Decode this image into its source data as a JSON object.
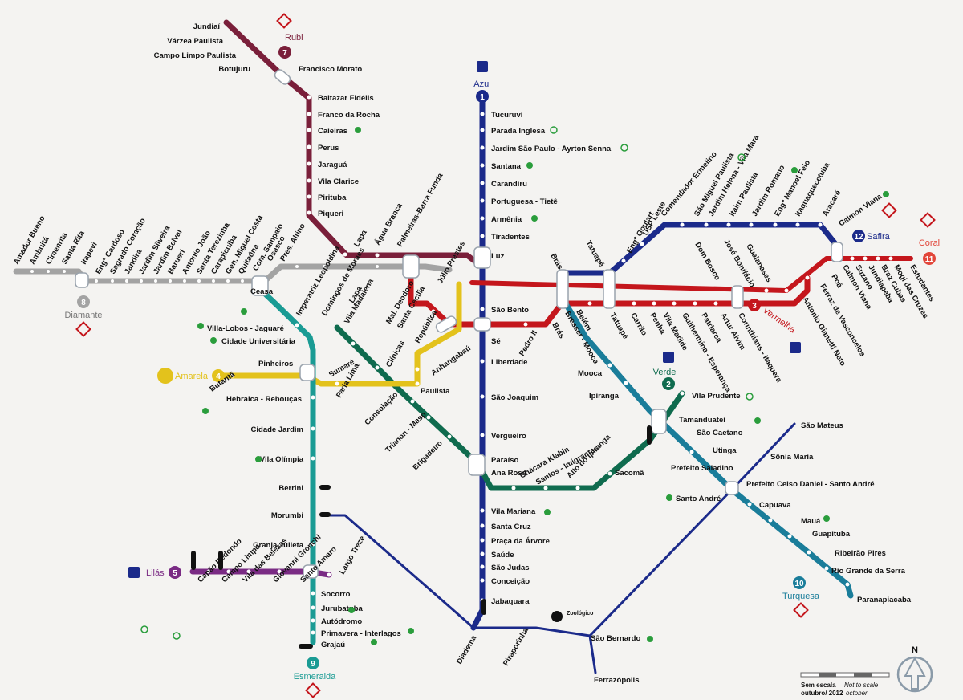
{
  "legend": {
    "scale_label": "Sem escala",
    "scale_label_en": "Not to scale",
    "date_label": "outubro/ 2012",
    "date_label_en": "october",
    "north_label": "N",
    "zoo_label": "Zoológico"
  },
  "colors": {
    "rubi": "#7a1f3a",
    "azul": "#1b2a8a",
    "verde": "#0f6b4e",
    "amarela": "#e3c21c",
    "lilas": "#7a2b84",
    "esmeralda": "#1a9b94",
    "diamante": "#a3a3a3",
    "vermelha": "#c4161c",
    "coral": "#e2463a",
    "safira": "#1b2a8a",
    "turquesa": "#1a7d9a",
    "integration": "#2a9d3c"
  },
  "lines": [
    {
      "id": "rubi",
      "name": "Rubi",
      "number": "7"
    },
    {
      "id": "azul",
      "name": "Azul",
      "number": "1"
    },
    {
      "id": "verde",
      "name": "Verde",
      "number": "2"
    },
    {
      "id": "amarela",
      "name": "Amarela",
      "number": "4"
    },
    {
      "id": "lilas",
      "name": "Lilás",
      "number": "5"
    },
    {
      "id": "esmeralda",
      "name": "Esmeralda",
      "number": "9"
    },
    {
      "id": "diamante",
      "name": "Diamante",
      "number": "8"
    },
    {
      "id": "vermelha",
      "name": "Vermelha",
      "number": "3"
    },
    {
      "id": "coral",
      "name": "Coral",
      "number": "11"
    },
    {
      "id": "safira",
      "name": "Safira",
      "number": "12"
    },
    {
      "id": "turquesa",
      "name": "Turquesa",
      "number": "10"
    }
  ],
  "stations": {
    "rubi": [
      "Jundiaí",
      "Várzea Paulista",
      "Campo Limpo Paulista",
      "Botujuru",
      "Francisco Morato",
      "Baltazar Fidélis",
      "Franco da Rocha",
      "Caieiras",
      "Perus",
      "Jaraguá",
      "Vila Clarice",
      "Pirituba",
      "Piqueri",
      "Lapa",
      "Água Branca",
      "Palmeiras-Barra Funda",
      "Luz"
    ],
    "azul": [
      "Tucuruvi",
      "Parada Inglesa",
      "Jardim São Paulo - Ayrton Senna",
      "Santana",
      "Carandiru",
      "Portuguesa - Tietê",
      "Armênia",
      "Tiradentes",
      "Luz",
      "São Bento",
      "Sé",
      "Liberdade",
      "São Joaquim",
      "Vergueiro",
      "Paraíso",
      "Ana Rosa",
      "Vila Mariana",
      "Santa Cruz",
      "Praça da Árvore",
      "Saúde",
      "São Judas",
      "Conceição",
      "Jabaquara"
    ],
    "verde": [
      "Vila Madalena",
      "Sumaré",
      "Clínicas",
      "Consolação",
      "Trianon - Masp",
      "Brigadeiro",
      "Paraíso",
      "Ana Rosa",
      "Chácara Klabin",
      "Santos - Imigrantes",
      "Alto do Ipiranga",
      "Sacomã",
      "Tamanduateí",
      "Vila Prudente"
    ],
    "amarela": [
      "Butantã",
      "Pinheiros",
      "Faria Lima",
      "Paulista",
      "República",
      "Luz"
    ],
    "lilas": [
      "Capão Redondo",
      "Campo Limpo",
      "Vila das Belezas",
      "Giovanni Gronchi",
      "Santo Amaro",
      "Largo Treze"
    ],
    "esmeralda": [
      "Osasco",
      "Presidente Altino",
      "Ceasa",
      "Villa-Lobos - Jaguaré",
      "Cidade Universitária",
      "Pinheiros",
      "Hebraica - Rebouças",
      "Cidade Jardim",
      "Vila Olímpia",
      "Berrini",
      "Morumbi",
      "Granja Julieta",
      "Santo Amaro",
      "Socorro",
      "Jurubatuba",
      "Autódromo",
      "Primavera - Interlagos",
      "Grajaú"
    ],
    "diamante": [
      "Amador Bueno",
      "Ambuitá",
      "Cimenrita",
      "Santa Rita",
      "Itapevi",
      "Engº Cardoso",
      "Sagrado Coração",
      "Jandira",
      "Jardim Silveira",
      "Jardim Belval",
      "Barueri",
      "Antonio João",
      "Santa Terezinha",
      "Carapicuíba",
      "Gen. Miguel Costa",
      "Quitaúna",
      "Com. Sampaio",
      "Osasco",
      "Pres. Altino",
      "Imperatriz Leopoldina",
      "Domingos de Moraes",
      "Lapa",
      "Palmeiras - Barra Funda",
      "Júlio Prestes"
    ],
    "vermelha": [
      "Palmeiras - Barra Funda",
      "Mal. Deodoro",
      "Santa Cecília",
      "República",
      "Anhangabaú",
      "Sé",
      "Pedro II",
      "Brás",
      "Bresser - Mooca",
      "Belém",
      "Tatuapé",
      "Carrão",
      "Penha",
      "Vila Matilde",
      "Guilhermina - Esperança",
      "Patriarca",
      "Artur Alvim",
      "Corinthians - Itaquera"
    ],
    "coral": [
      "Luz",
      "Brás",
      "Tatuapé",
      "Corinthians - Itaquera",
      "Dom Bosco",
      "José Bonifácio",
      "Guaianases",
      "Antonio Gianetti Neto",
      "Ferraz de Vasconcelos",
      "Poá",
      "Calmon Viana",
      "Suzano",
      "Jundiapeba",
      "Braz Cubas",
      "Mogi das Cruzes",
      "Estudantes"
    ],
    "safira": [
      "Brás",
      "Tatuapé",
      "Engº Goulart",
      "USP Leste",
      "Comendador Ermelino",
      "São Miguel Paulista",
      "Jardim Helena - Vila Mara",
      "Itaim Paulista",
      "Jardim Romano",
      "Engº Manoel Feio",
      "Itaquaquecetuba",
      "Aracaré",
      "Calmon Viana"
    ],
    "turquesa": [
      "Luz",
      "Brás",
      "Mooca",
      "Ipiranga",
      "Tamanduateí",
      "São Caetano",
      "Utinga",
      "Prefeito Saladino",
      "Prefeito Celso Daniel - Santo André",
      "Capuava",
      "Mauá",
      "Guapituba",
      "Ribeirão Pires",
      "Rio Grande da Serra",
      "Paranapiacaba"
    ],
    "emtu": [
      "Jabaquara",
      "Diadema",
      "Piraporinha",
      "São Bernardo",
      "Ferrazópolis",
      "Santo André",
      "Sônia Maria",
      "São Mateus",
      "Morumbi",
      "Zoológico"
    ]
  }
}
